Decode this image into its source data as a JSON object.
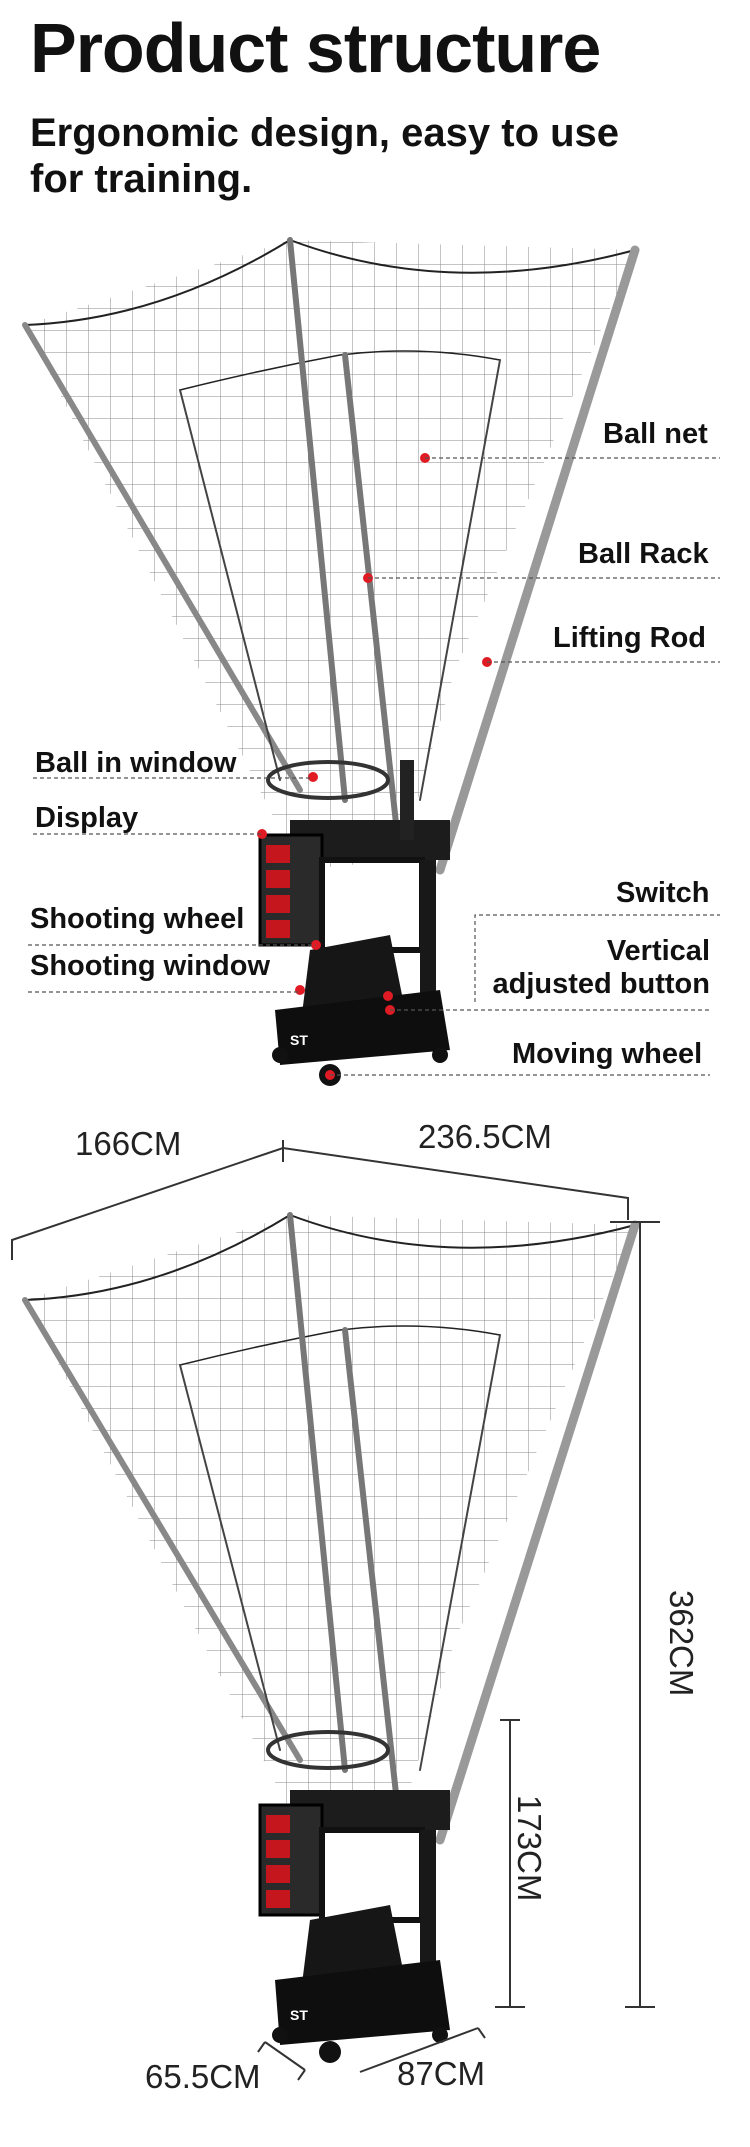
{
  "header": {
    "title": "Product structure",
    "subtitle_line1": "Ergonomic design, easy to use",
    "subtitle_line2": "for training."
  },
  "structure_labels": {
    "ball_net": "Ball net",
    "ball_rack": "Ball Rack",
    "lifting_rod": "Lifting Rod",
    "ball_in_window": "Ball in window",
    "display": "Display",
    "switch": "Switch",
    "shooting_wheel": "Shooting wheel",
    "vertical_line1": "Vertical",
    "vertical_line2": "adjusted button",
    "shooting_window": "Shooting window",
    "moving_wheel": "Moving wheel"
  },
  "dimensions": {
    "net_left_width": "166CM",
    "net_right_width": "236.5CM",
    "total_height": "362CM",
    "machine_height": "173CM",
    "base_depth": "65.5CM",
    "base_width": "87CM"
  },
  "colors": {
    "marker_red": "#e01b24",
    "machine_black": "#141414",
    "display_red": "#c4161c",
    "leader_line": "#555555"
  }
}
